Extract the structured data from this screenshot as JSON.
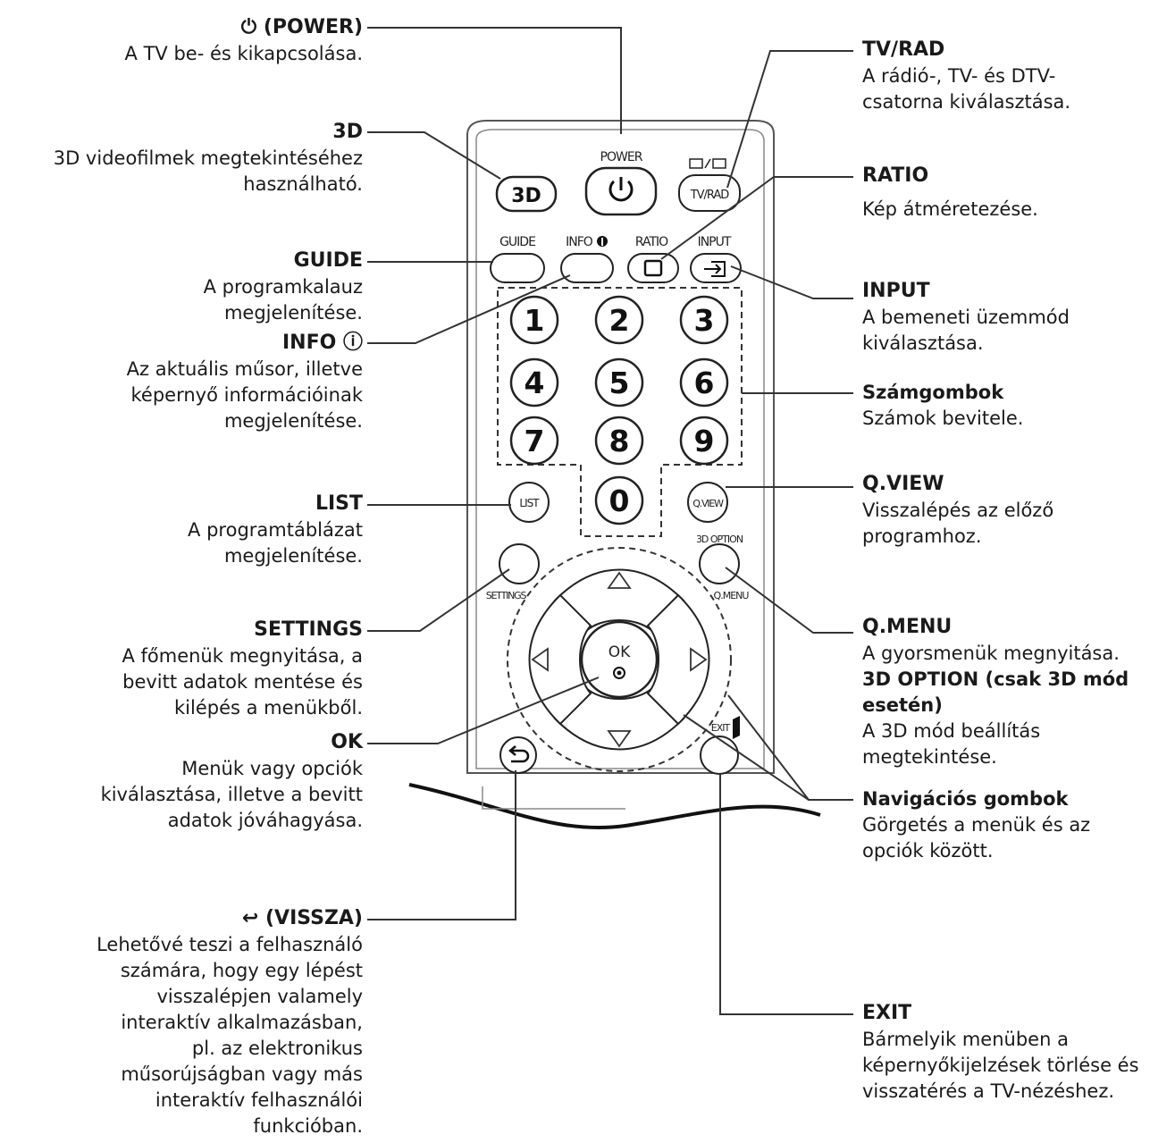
{
  "remote": {
    "power_label": "POWER",
    "tvrad_label": "TV/RAD",
    "guide_label": "GUIDE",
    "info_label": "INFO",
    "ratio_label": "RATIO",
    "input_label": "INPUT",
    "threed_label": "3D",
    "digits": [
      "1",
      "2",
      "3",
      "4",
      "5",
      "6",
      "7",
      "8",
      "9",
      "0"
    ],
    "list_label": "LIST",
    "qview_label": "Q.VIEW",
    "threed_option_label": "3D OPTION",
    "qmenu_label": "Q.MENU",
    "settings_label": "SETTINGS",
    "ok_label": "OK",
    "exit_label": "EXIT"
  },
  "callouts": {
    "power": {
      "title": "(POWER)",
      "text": "A TV be- és kikapcsolása."
    },
    "threed": {
      "title": "3D",
      "text": "3D videofilmek megtekintéséhez\nhasználható."
    },
    "guide": {
      "title": "GUIDE",
      "text": "A programkalauz\nmegjelenítése."
    },
    "info": {
      "title": "INFO ⓘ",
      "text": "Az aktuális műsor, illetve\nképernyő információinak\nmegjelenítése."
    },
    "list": {
      "title": "LIST",
      "text": "A programtáblázat\nmegjelenítése."
    },
    "settings": {
      "title": "SETTINGS",
      "text": "A főmenük megnyitása, a\nbevitt adatok mentése és\nkilépés a menükből."
    },
    "ok": {
      "title": "OK",
      "text": "Menük vagy opciók\nkiválasztása, illetve a bevitt\nadatok jóváhagyása."
    },
    "back": {
      "title": "(VISSZA)",
      "text": "Lehetővé teszi a felhasználó\nszámára, hogy egy lépést\nvisszalépjen valamely\ninteraktív alkalmazásban,\npl. az elektronikus\nműsorújságban vagy más\ninteraktív felhasználói\nfunkcióban."
    },
    "tvrad": {
      "title": "TV/RAD",
      "text": "A rádió-, TV- és DTV-\ncsatorna kiválasztása."
    },
    "ratio": {
      "title": "RATIO",
      "text": "Kép átméretezése."
    },
    "input": {
      "title": "INPUT",
      "text": "A bemeneti üzemmód\nkiválasztása."
    },
    "numbers": {
      "title": "Számgombok",
      "text": "Számok bevitele."
    },
    "qview": {
      "title": "Q.VIEW",
      "text": "Visszalépés az előző\nprogramhoz."
    },
    "qmenu": {
      "title": "Q.MENU",
      "text": "A gyorsmenük megnyitása.",
      "subtitle": "3D OPTION (csak 3D mód\nesetén)",
      "text2": "A 3D mód beállítás\nmegtekintése."
    },
    "nav": {
      "title": "Navigációs gombok",
      "text": "Görgetés a menük és az\nopciók között."
    },
    "exit": {
      "title": "EXIT",
      "text": "Bármelyik menüben a\nképernyőkijelzések törlése és\nvisszatérés a TV-nézéshez."
    }
  }
}
